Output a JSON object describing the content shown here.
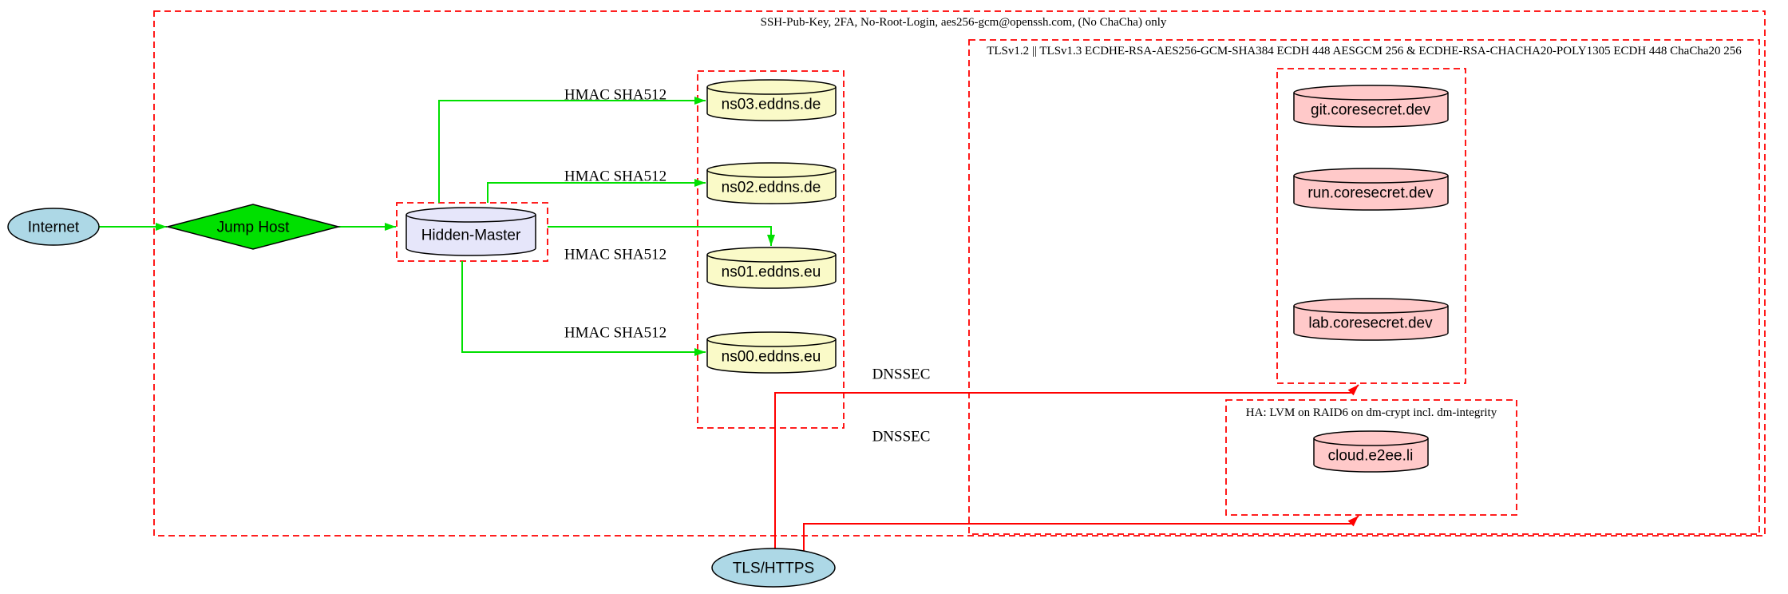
{
  "diagram": {
    "background": "#FFFFFF",
    "clusters": {
      "ssh": {
        "label": "SSH-Pub-Key, 2FA, No-Root-Login, aes256-gcm@openssh.com, (No ChaCha) only"
      },
      "tls": {
        "label": "TLSv1.2 || TLSv1.3 ECDHE-RSA-AES256-GCM-SHA384 ECDH 448 AESGCM 256 & ECDHE-RSA-CHACHA20-POLY1305 ECDH 448 ChaCha20 256"
      },
      "ha": {
        "label": "HA: LVM on RAID6 on dm-crypt incl. dm-integrity"
      }
    },
    "nodes": {
      "internet": {
        "label": "Internet",
        "fill": "#ADD8E6"
      },
      "jump_host": {
        "label": "Jump Host",
        "fill": "#00E000"
      },
      "hidden_master": {
        "label": "Hidden-Master",
        "fill": "#E6E6FA"
      },
      "ns03": {
        "label": "ns03.eddns.de",
        "fill": "#FAFAC8"
      },
      "ns02": {
        "label": "ns02.eddns.de",
        "fill": "#FAFAC8"
      },
      "ns01": {
        "label": "ns01.eddns.eu",
        "fill": "#FAFAC8"
      },
      "ns00": {
        "label": "ns00.eddns.eu",
        "fill": "#FAFAC8"
      },
      "git": {
        "label": "git.coresecret.dev",
        "fill": "#FFC9C9"
      },
      "run": {
        "label": "run.coresecret.dev",
        "fill": "#FFC9C9"
      },
      "lab": {
        "label": "lab.coresecret.dev",
        "fill": "#FFC9C9"
      },
      "cloud": {
        "label": "cloud.e2ee.li",
        "fill": "#FFC9C9"
      },
      "tls_https": {
        "label": "TLS/HTTPS",
        "fill": "#ADD8E6"
      }
    },
    "edges": {
      "hmac1": {
        "label": "HMAC SHA512"
      },
      "hmac2": {
        "label": "HMAC SHA512"
      },
      "hmac3": {
        "label": "HMAC SHA512"
      },
      "hmac4": {
        "label": "HMAC SHA512"
      },
      "dnssec1": {
        "label": "DNSSEC"
      },
      "dnssec2": {
        "label": "DNSSEC"
      }
    },
    "colors": {
      "cluster_border": "#FF0000",
      "edge_secure_green": "#00E000",
      "edge_tls_red": "#FF0000",
      "node_border": "#000000"
    }
  }
}
